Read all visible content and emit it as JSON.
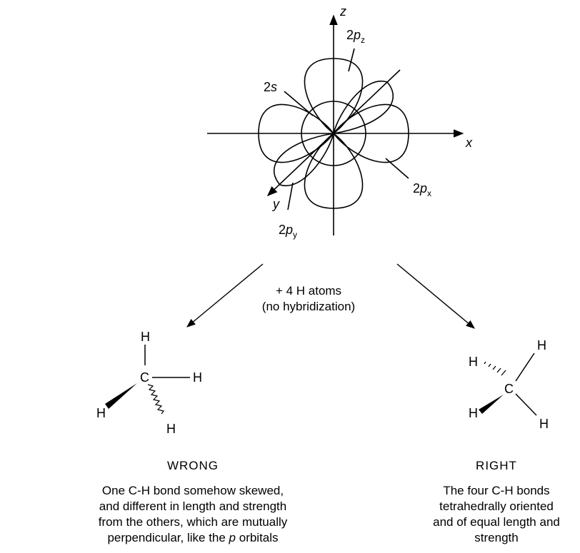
{
  "axes": {
    "x": "x",
    "y": "y",
    "z": "z"
  },
  "orbitals": {
    "s": {
      "n": "2",
      "l": "s"
    },
    "pz": {
      "n": "2",
      "l": "p",
      "sub": "z"
    },
    "px": {
      "n": "2",
      "l": "p",
      "sub": "x"
    },
    "py": {
      "n": "2",
      "l": "p",
      "sub": "y"
    }
  },
  "center_note": {
    "line1": "+ 4 H atoms",
    "line2": "(no hybridization)"
  },
  "wrong": {
    "atoms": {
      "carbon": "C",
      "h_top": "H",
      "h_right": "H",
      "h_left": "H",
      "h_bottom": "H"
    },
    "title": "WRONG",
    "desc": [
      "One C-H bond somehow skewed,",
      "and different in length and strength",
      "from the others, which are mutually",
      "perpendicular, like the "
    ],
    "desc_italic": "p",
    "desc_tail": " orbitals"
  },
  "right": {
    "atoms": {
      "carbon": "C",
      "h_topleft": "H",
      "h_topright": "H",
      "h_bottomleft": "H",
      "h_bottomright": "H"
    },
    "title": "RIGHT",
    "desc": [
      "The four C-H bonds",
      "tetrahedrally oriented",
      "and of equal length and",
      "strength"
    ]
  }
}
